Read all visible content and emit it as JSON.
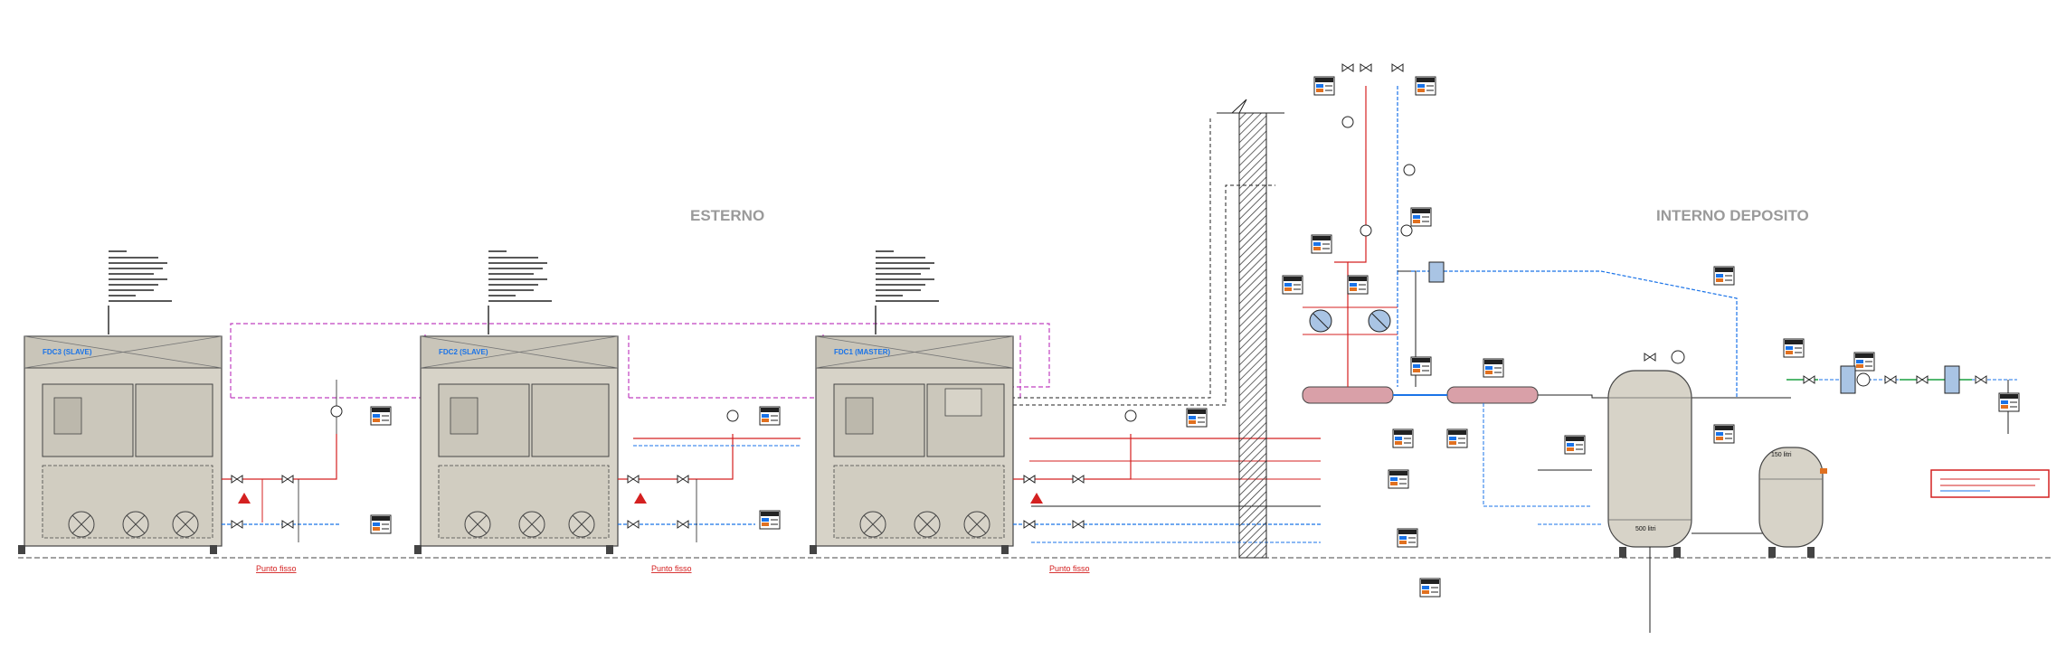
{
  "zones": {
    "outdoor": "ESTERNO",
    "indoor": "INTERNO DEPOSITO"
  },
  "units": [
    {
      "name": "FDC3 (SLAVE)"
    },
    {
      "name": "FDC2 (SLAVE)"
    },
    {
      "name": "FDC1 (MASTER)"
    }
  ],
  "fixed_point_label": "Punto fisso",
  "tanks": {
    "buffer_volume": "500 litri",
    "expansion_volume": "150 litri"
  },
  "colors": {
    "hot_pipe": "#d42020",
    "cold_pipe": "#1a73e8",
    "signal": "#c040c0",
    "unit_body": "#d7d3c8"
  }
}
